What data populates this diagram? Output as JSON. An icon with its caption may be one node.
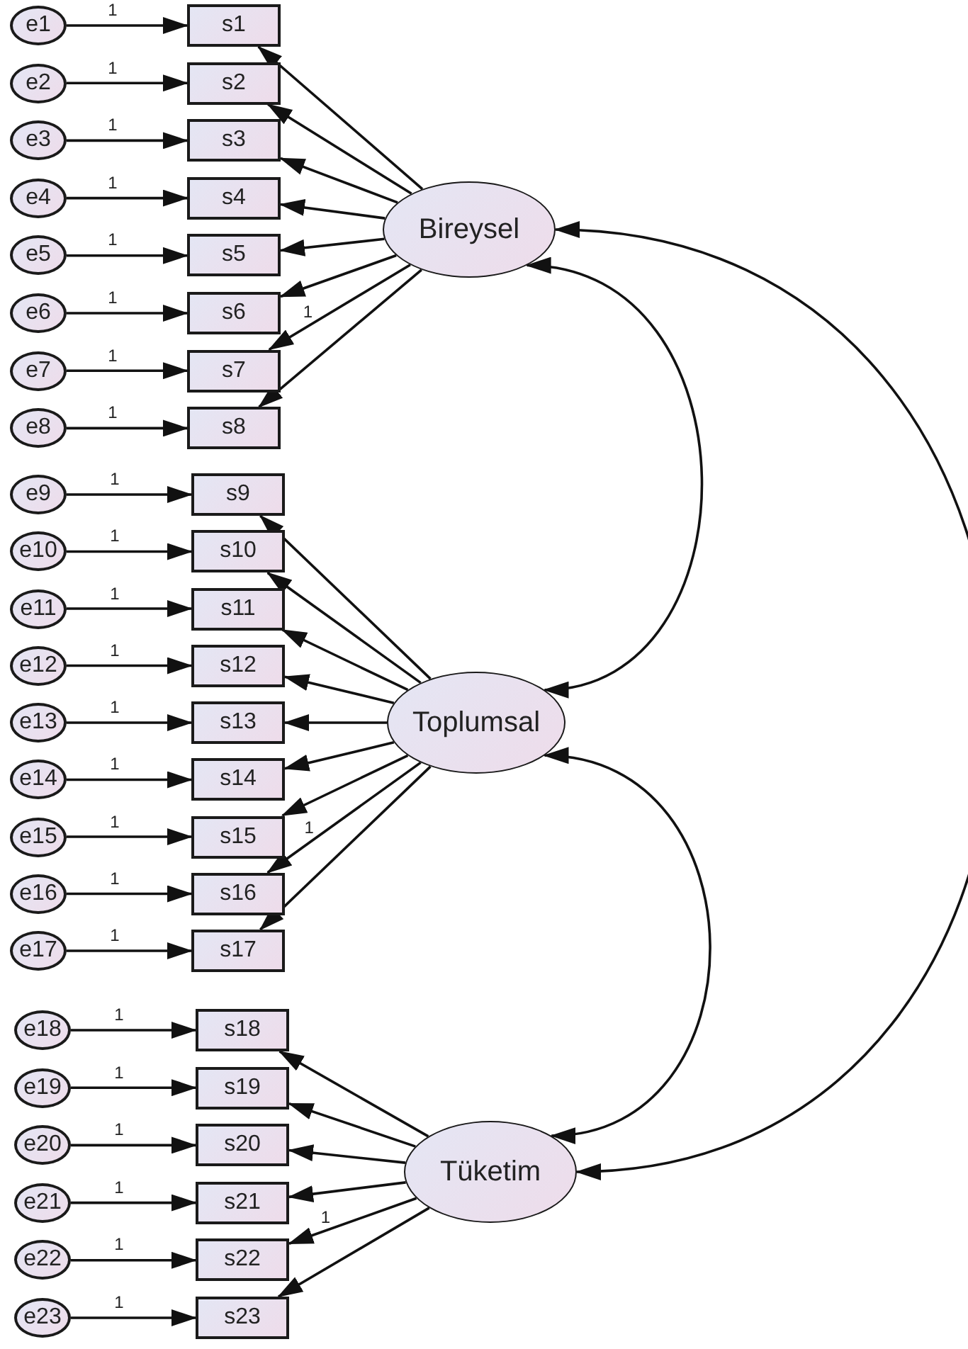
{
  "diagram": {
    "nodes": [
      {
        "text": [
          "e1"
        ]
      },
      {
        "text": [
          "e2"
        ]
      },
      {
        "text": [
          "e3"
        ]
      },
      {
        "text": [
          "e4"
        ]
      },
      {
        "text": [
          "e5"
        ]
      },
      {
        "text": [
          "e6"
        ]
      },
      {
        "text": [
          "e7"
        ]
      },
      {
        "text": [
          "e8"
        ]
      },
      {
        "text": [
          "e9"
        ]
      },
      {
        "text": [
          "e10"
        ]
      },
      {
        "text": [
          "e11"
        ]
      },
      {
        "text": [
          "e12"
        ]
      },
      {
        "text": [
          "e13"
        ]
      },
      {
        "text": [
          "e14"
        ]
      },
      {
        "text": [
          "e15"
        ]
      },
      {
        "text": [
          "e16"
        ]
      },
      {
        "text": [
          "e17"
        ]
      },
      {
        "text": [
          "e18"
        ]
      },
      {
        "text": [
          "e19"
        ]
      },
      {
        "text": [
          "e20"
        ]
      },
      {
        "text": [
          "e21"
        ]
      },
      {
        "text": [
          "e22"
        ]
      },
      {
        "text": [
          "e23"
        ]
      },
      {
        "text": [
          "s1"
        ]
      },
      {
        "text": [
          "s2"
        ]
      },
      {
        "text": [
          "s3"
        ]
      },
      {
        "text": [
          "s4"
        ]
      },
      {
        "text": [
          "s5"
        ]
      },
      {
        "text": [
          "s6"
        ]
      },
      {
        "text": [
          "s7"
        ]
      },
      {
        "text": [
          "s8"
        ]
      },
      {
        "text": [
          "s9"
        ]
      },
      {
        "text": [
          "s10"
        ]
      },
      {
        "text": [
          "s11"
        ]
      },
      {
        "text": [
          "s12"
        ]
      },
      {
        "text": [
          "s13"
        ]
      },
      {
        "text": [
          "s14"
        ]
      },
      {
        "text": [
          "s15"
        ]
      },
      {
        "text": [
          "s16"
        ]
      },
      {
        "text": [
          "s17"
        ]
      },
      {
        "text": [
          "s18"
        ]
      },
      {
        "text": [
          "s19"
        ]
      },
      {
        "text": [
          "s20"
        ]
      },
      {
        "text": [
          "s21"
        ]
      },
      {
        "text": [
          "s22"
        ]
      },
      {
        "text": [
          "s23"
        ]
      },
      {
        "text": [
          "Bireysel"
        ]
      },
      {
        "text": [
          "Toplumsal"
        ]
      },
      {
        "text": [
          "Tüketim"
        ]
      }
    ],
    "edges": [
      {
        "from": 0,
        "to": 23,
        "arrow": "to",
        "label": "1"
      },
      {
        "from": 1,
        "to": 24,
        "arrow": "to",
        "label": "1"
      },
      {
        "from": 2,
        "to": 25,
        "arrow": "to",
        "label": "1"
      },
      {
        "from": 3,
        "to": 26,
        "arrow": "to",
        "label": "1"
      },
      {
        "from": 4,
        "to": 27,
        "arrow": "to",
        "label": "1"
      },
      {
        "from": 5,
        "to": 28,
        "arrow": "to",
        "label": "1"
      },
      {
        "from": 6,
        "to": 29,
        "arrow": "to",
        "label": "1"
      },
      {
        "from": 7,
        "to": 30,
        "arrow": "to",
        "label": "1"
      },
      {
        "from": 8,
        "to": 31,
        "arrow": "to",
        "label": "1"
      },
      {
        "from": 9,
        "to": 32,
        "arrow": "to",
        "label": "1"
      },
      {
        "from": 10,
        "to": 33,
        "arrow": "to",
        "label": "1"
      },
      {
        "from": 11,
        "to": 34,
        "arrow": "to",
        "label": "1"
      },
      {
        "from": 12,
        "to": 35,
        "arrow": "to",
        "label": "1"
      },
      {
        "from": 13,
        "to": 36,
        "arrow": "to",
        "label": "1"
      },
      {
        "from": 14,
        "to": 37,
        "arrow": "to",
        "label": "1"
      },
      {
        "from": 15,
        "to": 38,
        "arrow": "to",
        "label": "1"
      },
      {
        "from": 16,
        "to": 39,
        "arrow": "to",
        "label": "1"
      },
      {
        "from": 17,
        "to": 40,
        "arrow": "to",
        "label": "1"
      },
      {
        "from": 18,
        "to": 41,
        "arrow": "to",
        "label": "1"
      },
      {
        "from": 19,
        "to": 42,
        "arrow": "to",
        "label": "1"
      },
      {
        "from": 20,
        "to": 43,
        "arrow": "to",
        "label": "1"
      },
      {
        "from": 21,
        "to": 44,
        "arrow": "to",
        "label": "1"
      },
      {
        "from": 22,
        "to": 45,
        "arrow": "to",
        "label": "1"
      },
      {
        "from": 46,
        "to": 23,
        "arrow": "to"
      },
      {
        "from": 46,
        "to": 24,
        "arrow": "to"
      },
      {
        "from": 46,
        "to": 25,
        "arrow": "to"
      },
      {
        "from": 46,
        "to": 26,
        "arrow": "to"
      },
      {
        "from": 46,
        "to": 27,
        "arrow": "to"
      },
      {
        "from": 46,
        "to": 28,
        "arrow": "to"
      },
      {
        "from": 46,
        "to": 29,
        "arrow": "to",
        "label": "1"
      },
      {
        "from": 46,
        "to": 30,
        "arrow": "to"
      },
      {
        "from": 47,
        "to": 31,
        "arrow": "to"
      },
      {
        "from": 47,
        "to": 32,
        "arrow": "to"
      },
      {
        "from": 47,
        "to": 33,
        "arrow": "to"
      },
      {
        "from": 47,
        "to": 34,
        "arrow": "to"
      },
      {
        "from": 47,
        "to": 35,
        "arrow": "to"
      },
      {
        "from": 47,
        "to": 36,
        "arrow": "to"
      },
      {
        "from": 47,
        "to": 37,
        "arrow": "to"
      },
      {
        "from": 47,
        "to": 38,
        "arrow": "to",
        "label": "1"
      },
      {
        "from": 47,
        "to": 39,
        "arrow": "to"
      },
      {
        "from": 48,
        "to": 40,
        "arrow": "to"
      },
      {
        "from": 48,
        "to": 41,
        "arrow": "to"
      },
      {
        "from": 48,
        "to": 42,
        "arrow": "to"
      },
      {
        "from": 48,
        "to": 43,
        "arrow": "to"
      },
      {
        "from": 48,
        "to": 44,
        "arrow": "to",
        "label": "1"
      },
      {
        "from": 48,
        "to": 45,
        "arrow": "to"
      },
      {
        "from": 46,
        "to": 47,
        "arrow": "both"
      },
      {
        "from": 47,
        "to": 48,
        "arrow": "both"
      },
      {
        "from": 46,
        "to": 48,
        "arrow": "both"
      }
    ]
  }
}
